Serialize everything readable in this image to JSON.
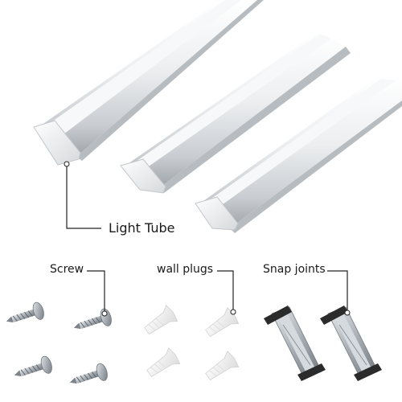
{
  "labels": {
    "light_tube": "Light Tube",
    "screw": "Screw",
    "wall_plugs": "wall plugs",
    "snap_joints": "Snap joints"
  },
  "colors": {
    "background": "#ffffff",
    "tube_body": "#e4e6e8",
    "tube_diffuser": "#f4f5f6",
    "tube_shadow": "#9ea3a8",
    "metal": "#b8bec4",
    "metal_dark": "#6f767d",
    "plastic": "#f2f2f2",
    "clip_black": "#2b2b2b",
    "leader_line": "#222222"
  }
}
